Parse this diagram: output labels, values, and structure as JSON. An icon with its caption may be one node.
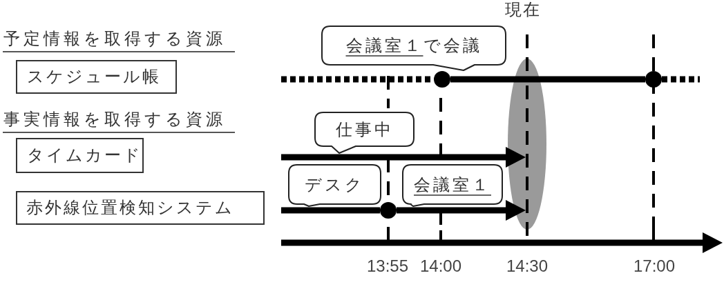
{
  "diagram": {
    "nodes": [
      {
        "text": [
          "スケジュール帳"
        ]
      },
      {
        "text": [
          "タイムカード"
        ]
      },
      {
        "text": [
          "赤外線位置検知システム"
        ]
      },
      {
        "text": [
          "会議室１で会議"
        ]
      },
      {
        "text": [
          "仕事中"
        ]
      },
      {
        "text": [
          "デスク"
        ]
      },
      {
        "text": [
          "会議室１"
        ]
      },
      {
        "text": [],
        "shape": "circle"
      },
      {
        "text": [],
        "shape": "circle"
      },
      {
        "text": [],
        "shape": "circle"
      },
      {
        "text": [],
        "shape": "bar"
      }
    ],
    "edges": [
      {
        "from": null,
        "to": 7,
        "arrow": "none",
        "style": "dashed"
      },
      {
        "from": 7,
        "to": 8,
        "arrow": "none"
      },
      {
        "from": 8,
        "to": null,
        "arrow": "none",
        "style": "dashed"
      },
      {
        "from": null,
        "to": 10,
        "arrow": "to"
      },
      {
        "from": null,
        "to": 9,
        "arrow": "none"
      },
      {
        "from": 9,
        "to": 10,
        "arrow": "to"
      }
    ],
    "labels": [
      "現在",
      "予定情報を取得する資源",
      "事実情報を取得する資源",
      "13:55",
      "14:00",
      "14:30",
      "17:00"
    ]
  }
}
